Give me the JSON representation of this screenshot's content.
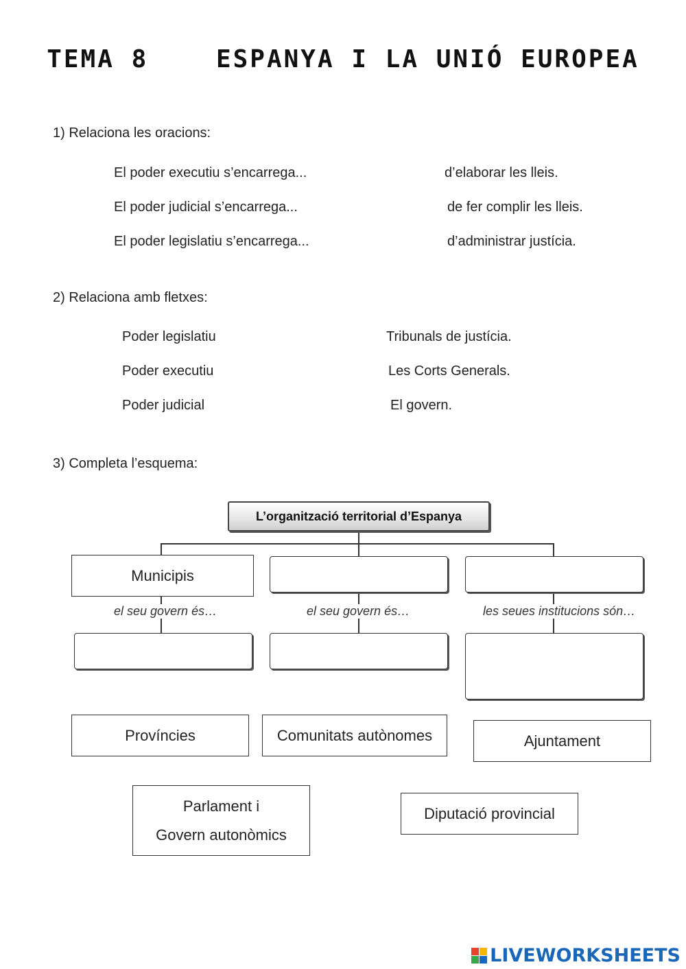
{
  "title": "TEMA 8    ESPANYA I LA UNIÓ EUROPEA",
  "q1": {
    "label": "1)  Relaciona les oracions:",
    "left": [
      "El poder executiu s’encarrega...",
      "El poder judicial s’encarrega...",
      "El poder legislatiu s’encarrega..."
    ],
    "right": [
      "d’elaborar les lleis.",
      "de fer complir les lleis.",
      "d’administrar justícia."
    ]
  },
  "q2": {
    "label": "2)  Relaciona amb fletxes:",
    "left": [
      "Poder legislatiu",
      "Poder executiu",
      "Poder judicial"
    ],
    "right": [
      "Tribunals de justícia.",
      "Les Corts Generals.",
      "El govern."
    ]
  },
  "q3": {
    "label": "3)  Completa l’esquema:",
    "header": "L’organització territorial d’Espanya",
    "col1_top": "Municipis",
    "captions": [
      "el seu govern és…",
      "el seu govern és…",
      "les seues institucions són…"
    ]
  },
  "options": {
    "provincies": "Províncies",
    "comunitats": "Comunitats autònomes",
    "ajuntament": "Ajuntament",
    "parlament_line1": "Parlament i",
    "parlament_line2": "Govern autonòmics",
    "diputacio": "Diputació provincial"
  },
  "footer": {
    "brand": "LIVEWORKSHEETS",
    "logo_colors": [
      "#e8412c",
      "#f7b500",
      "#3aa64c",
      "#1a66b8"
    ]
  }
}
